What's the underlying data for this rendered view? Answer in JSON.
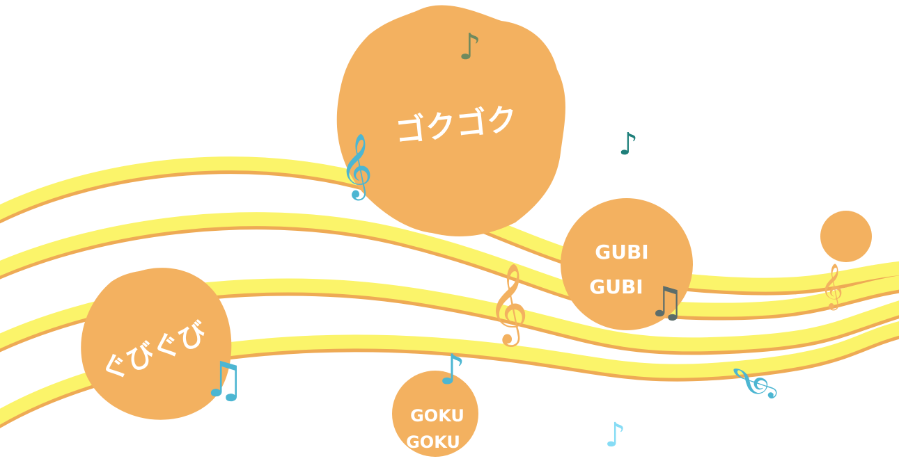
{
  "labels": {
    "gokugoku_kata": "ゴクゴク",
    "gubi_line1": "GUBI",
    "gubi_line2": "GUBI",
    "gubigubi_hira": "ぐびぐび",
    "goku_line1": "GOKU",
    "goku_line2": "GOKU"
  },
  "colors": {
    "staff_yellow": "#fbf46a",
    "staff_orange": "#eeaa55",
    "blob": "#f3b160",
    "note_olive": "#6f8a5e",
    "note_teal": "#1e7f7a",
    "note_blue": "#4cb6d2",
    "note_slate": "#5c6d6a",
    "note_light": "#86dcf5"
  },
  "icons": [
    "eighth-note-icon",
    "treble-clef-icon",
    "beamed-notes-icon"
  ]
}
